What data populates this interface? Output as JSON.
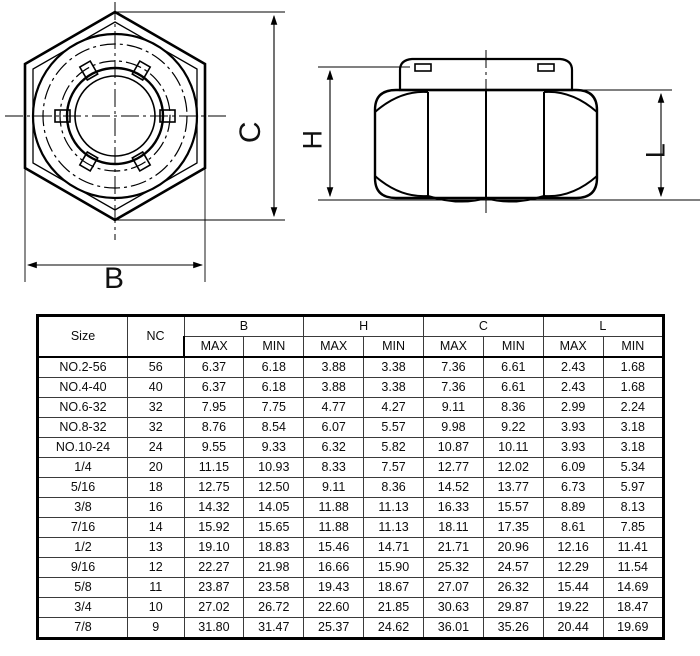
{
  "drawing": {
    "title": "Nylon insert lock nut dimension drawing",
    "views": [
      {
        "name": "top-view",
        "label": "hex nut top view with nylon insert"
      },
      {
        "name": "side-view",
        "label": "hex nut side elevation with nylon collar"
      }
    ],
    "dimension_labels": {
      "B": "B",
      "C": "C",
      "H": "H",
      "L": "L"
    }
  },
  "table": {
    "headers": {
      "size": "Size",
      "nc": "NC",
      "groups": [
        "B",
        "H",
        "C",
        "L"
      ],
      "sub": [
        "MAX",
        "MIN"
      ]
    },
    "rows": [
      {
        "size": "NO.2-56",
        "nc": "56",
        "b_max": "6.37",
        "b_min": "6.18",
        "h_max": "3.88",
        "h_min": "3.38",
        "c_max": "7.36",
        "c_min": "6.61",
        "l_max": "2.43",
        "l_min": "1.68"
      },
      {
        "size": "NO.4-40",
        "nc": "40",
        "b_max": "6.37",
        "b_min": "6.18",
        "h_max": "3.88",
        "h_min": "3.38",
        "c_max": "7.36",
        "c_min": "6.61",
        "l_max": "2.43",
        "l_min": "1.68"
      },
      {
        "size": "NO.6-32",
        "nc": "32",
        "b_max": "7.95",
        "b_min": "7.75",
        "h_max": "4.77",
        "h_min": "4.27",
        "c_max": "9.11",
        "c_min": "8.36",
        "l_max": "2.99",
        "l_min": "2.24"
      },
      {
        "size": "NO.8-32",
        "nc": "32",
        "b_max": "8.76",
        "b_min": "8.54",
        "h_max": "6.07",
        "h_min": "5.57",
        "c_max": "9.98",
        "c_min": "9.22",
        "l_max": "3.93",
        "l_min": "3.18"
      },
      {
        "size": "NO.10-24",
        "nc": "24",
        "b_max": "9.55",
        "b_min": "9.33",
        "h_max": "6.32",
        "h_min": "5.82",
        "c_max": "10.87",
        "c_min": "10.11",
        "l_max": "3.93",
        "l_min": "3.18"
      },
      {
        "size": "1/4",
        "nc": "20",
        "b_max": "11.15",
        "b_min": "10.93",
        "h_max": "8.33",
        "h_min": "7.57",
        "c_max": "12.77",
        "c_min": "12.02",
        "l_max": "6.09",
        "l_min": "5.34"
      },
      {
        "size": "5/16",
        "nc": "18",
        "b_max": "12.75",
        "b_min": "12.50",
        "h_max": "9.11",
        "h_min": "8.36",
        "c_max": "14.52",
        "c_min": "13.77",
        "l_max": "6.73",
        "l_min": "5.97"
      },
      {
        "size": "3/8",
        "nc": "16",
        "b_max": "14.32",
        "b_min": "14.05",
        "h_max": "11.88",
        "h_min": "11.13",
        "c_max": "16.33",
        "c_min": "15.57",
        "l_max": "8.89",
        "l_min": "8.13"
      },
      {
        "size": "7/16",
        "nc": "14",
        "b_max": "15.92",
        "b_min": "15.65",
        "h_max": "11.88",
        "h_min": "11.13",
        "c_max": "18.11",
        "c_min": "17.35",
        "l_max": "8.61",
        "l_min": "7.85"
      },
      {
        "size": "1/2",
        "nc": "13",
        "b_max": "19.10",
        "b_min": "18.83",
        "h_max": "15.46",
        "h_min": "14.71",
        "c_max": "21.71",
        "c_min": "20.96",
        "l_max": "12.16",
        "l_min": "11.41"
      },
      {
        "size": "9/16",
        "nc": "12",
        "b_max": "22.27",
        "b_min": "21.98",
        "h_max": "16.66",
        "h_min": "15.90",
        "c_max": "25.32",
        "c_min": "24.57",
        "l_max": "12.29",
        "l_min": "11.54"
      },
      {
        "size": "5/8",
        "nc": "11",
        "b_max": "23.87",
        "b_min": "23.58",
        "h_max": "19.43",
        "h_min": "18.67",
        "c_max": "27.07",
        "c_min": "26.32",
        "l_max": "15.44",
        "l_min": "14.69"
      },
      {
        "size": "3/4",
        "nc": "10",
        "b_max": "27.02",
        "b_min": "26.72",
        "h_max": "22.60",
        "h_min": "21.85",
        "c_max": "30.63",
        "c_min": "29.87",
        "l_max": "19.22",
        "l_min": "18.47"
      },
      {
        "size": "7/8",
        "nc": "9",
        "b_max": "31.80",
        "b_min": "31.47",
        "h_max": "25.37",
        "h_min": "24.62",
        "c_max": "36.01",
        "c_min": "35.26",
        "l_max": "20.44",
        "l_min": "19.69"
      }
    ]
  },
  "colors": {
    "line": "#000000",
    "border": "#3a3a3a",
    "background": "#ffffff"
  }
}
